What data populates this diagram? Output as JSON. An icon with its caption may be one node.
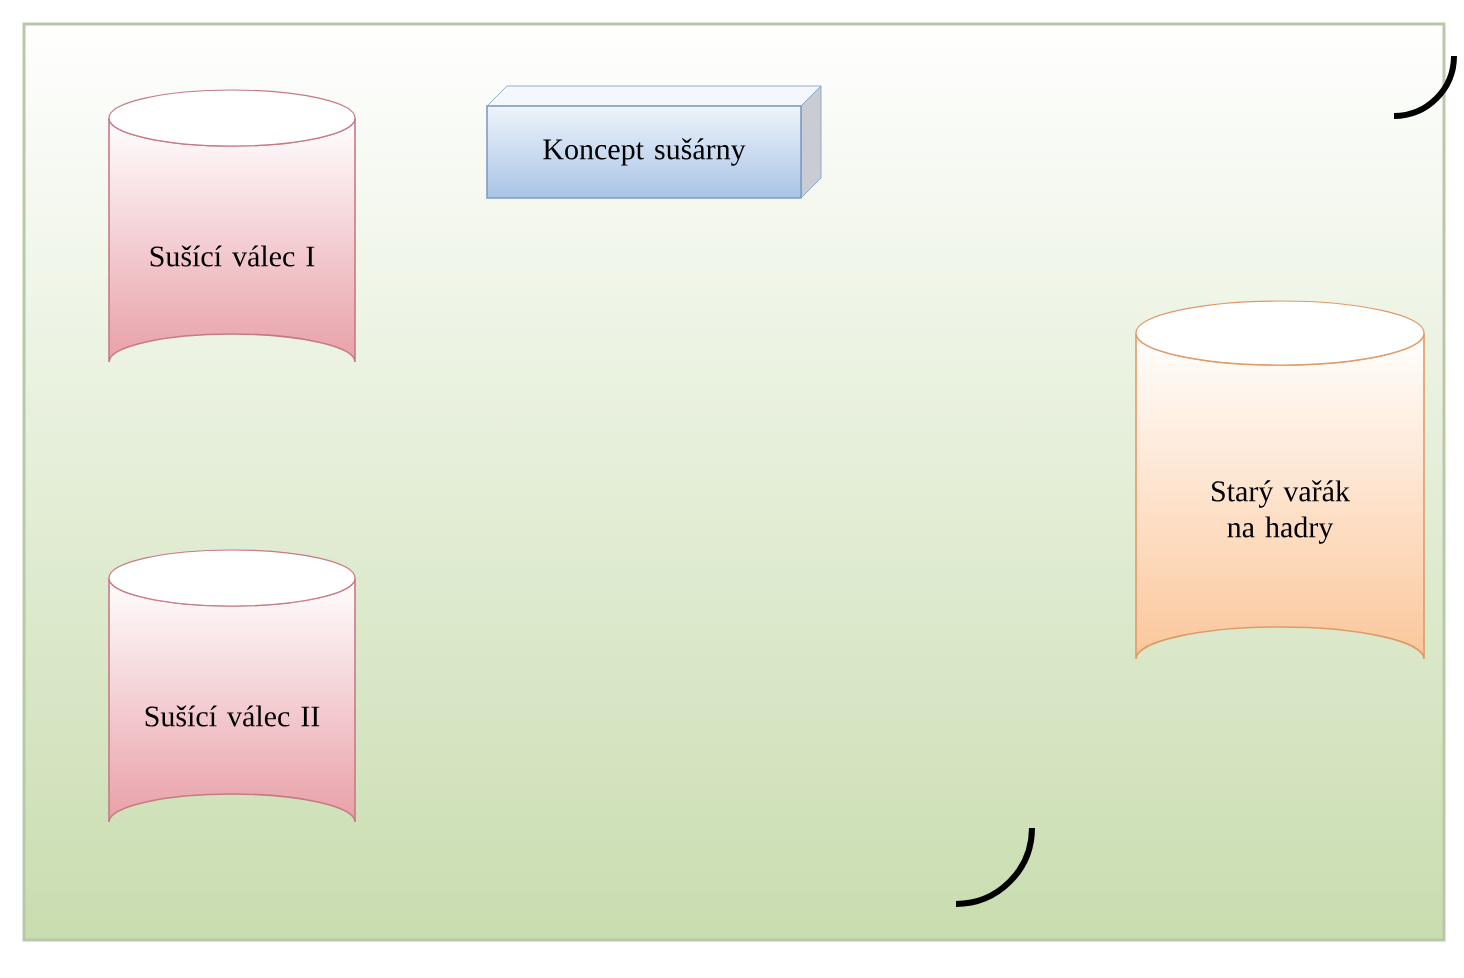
{
  "diagram": {
    "nodes": [
      {
        "text": [
          "Sušící válec I"
        ]
      },
      {
        "text": [
          "Koncept sušárny"
        ]
      },
      {
        "text": [
          "Starý vařák na hadry"
        ]
      },
      {
        "text": [
          "Sušící válec II"
        ]
      }
    ]
  }
}
